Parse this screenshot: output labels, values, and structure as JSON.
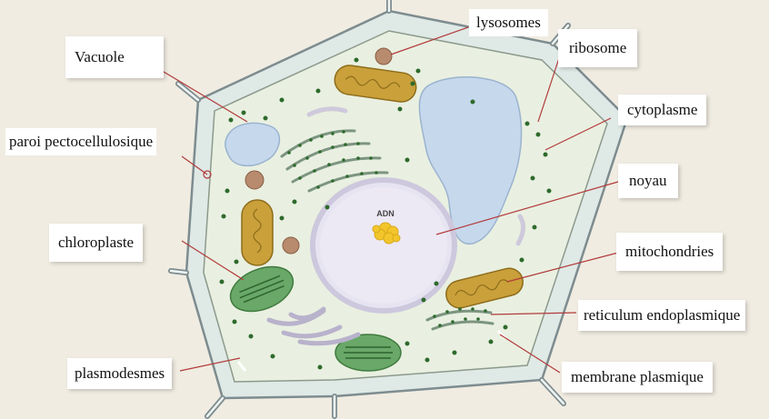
{
  "labels": {
    "vacuole": "Vacuole",
    "lysosomes": "lysosomes",
    "ribosome": "ribosome",
    "cytoplasme": "cytoplasme",
    "paroi": "paroi pectocellulosique",
    "noyau": "noyau",
    "adn": "ADN",
    "chloroplaste": "chloroplaste",
    "mitochondries": "mitochondries",
    "reticulum": "reticulum endoplasmique",
    "plasmodesmes": "plasmodesmes",
    "membrane": "membrane plasmique"
  },
  "colors": {
    "background": "#f0ece2",
    "cell_wall": "#dfe9e6",
    "cell_wall_edge": "#7d8c8f",
    "cytoplasm": "#e9f0e1",
    "vacuole": "#c6d8ec",
    "nucleus": "#e7e4f2",
    "nucleus_edge": "#cdc8dd",
    "dna": "#f2c62b",
    "mitochondrion": "#c9a03a",
    "chloroplast": "#69a868",
    "lysosome": "#b88a6e",
    "ribosome": "#2e6a2c",
    "leader_line": "#b23a3a"
  }
}
